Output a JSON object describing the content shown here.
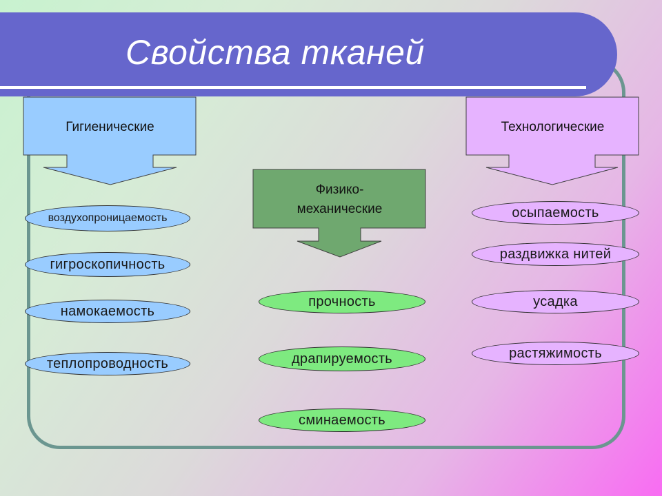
{
  "title": "Свойства тканей",
  "categories": [
    {
      "id": "hygienic",
      "label": "Гигиенические",
      "color": "#99ccff",
      "items": [
        "воздухопроницаемость",
        "гигроскопичность",
        "намокаемость",
        "теплопроводность"
      ]
    },
    {
      "id": "physmech",
      "label_line1": "Физико-",
      "label_line2": "механические",
      "color": "#6fa86f",
      "items": [
        "прочность",
        "драпируемость",
        "сминаемость"
      ]
    },
    {
      "id": "technological",
      "label": "Технологические",
      "color": "#e6b3ff",
      "items": [
        "осыпаемость",
        "раздвижка нитей",
        "усадка",
        "растяжимость"
      ]
    }
  ]
}
